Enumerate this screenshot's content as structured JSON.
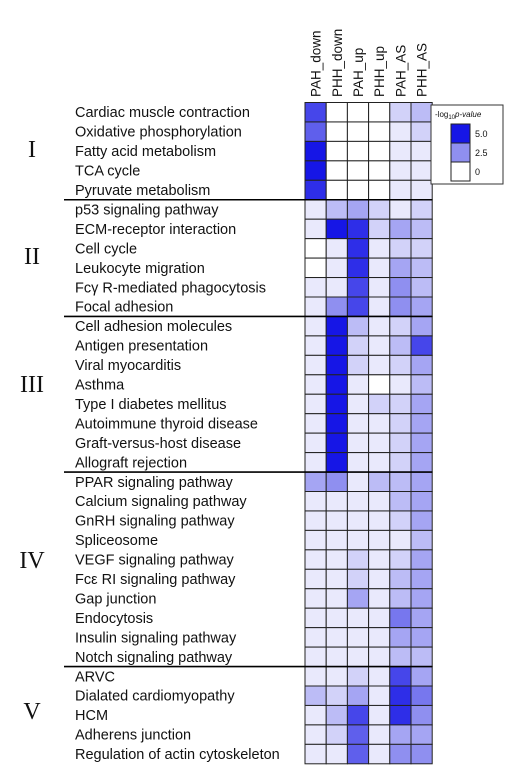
{
  "chart_data": {
    "type": "heatmap",
    "columns": [
      "PAH_down",
      "PHH_down",
      "PAH_up",
      "PHH_up",
      "PAH_AS",
      "PHH_AS"
    ],
    "groups": [
      {
        "label": "I",
        "rows": 5
      },
      {
        "label": "II",
        "rows": 6
      },
      {
        "label": "III",
        "rows": 8
      },
      {
        "label": "IV",
        "rows": 10
      },
      {
        "label": "V",
        "rows": 5
      }
    ],
    "rows": [
      "Cardiac muscle contraction",
      "Oxidative phosphorylation",
      "Fatty acid metabolism",
      "TCA cycle",
      "Pyruvate metabolism",
      "p53 signaling pathway",
      "ECM-receptor interaction",
      "Cell cycle",
      "Leukocyte migration",
      "Fcγ R-mediated phagocytosis",
      "Focal adhesion",
      "Cell adhesion molecules",
      "Antigen presentation",
      "Viral myocarditis",
      "Asthma",
      "Type I diabetes mellitus",
      "Autoimmune thyroid disease",
      "Graft-versus-host disease",
      "Allograft rejection",
      "PPAR signaling pathway",
      "Calcium signaling pathway",
      "GnRH signaling pathway",
      "Spliceosome",
      "VEGF signaling pathway",
      "Fcε RI signaling pathway",
      "Gap junction",
      "Endocytosis",
      "Insulin signaling pathway",
      "Notch signaling pathway",
      "ARVC",
      "Dialated cardiomyopathy",
      "HCM",
      "Adherens junction",
      "Regulation of actin cytoskeleton"
    ],
    "values": [
      [
        4.0,
        0.0,
        0.0,
        0.0,
        1.0,
        1.5
      ],
      [
        3.5,
        0.0,
        0.0,
        0.0,
        0.5,
        1.0
      ],
      [
        5.0,
        0.0,
        0.0,
        0.0,
        0.5,
        0.5
      ],
      [
        5.0,
        0.0,
        0.0,
        0.0,
        0.5,
        0.5
      ],
      [
        4.5,
        0.0,
        0.0,
        0.0,
        0.5,
        0.5
      ],
      [
        0.5,
        1.5,
        2.0,
        1.0,
        0.5,
        1.0
      ],
      [
        0.5,
        5.0,
        4.5,
        1.0,
        2.0,
        1.5
      ],
      [
        0.0,
        0.5,
        4.5,
        0.5,
        1.0,
        1.0
      ],
      [
        0.0,
        0.5,
        4.5,
        0.5,
        2.0,
        1.5
      ],
      [
        0.5,
        0.5,
        4.0,
        0.5,
        2.5,
        1.5
      ],
      [
        0.5,
        2.5,
        4.0,
        0.5,
        2.5,
        2.0
      ],
      [
        0.5,
        5.0,
        1.5,
        0.5,
        1.0,
        2.0
      ],
      [
        0.5,
        5.0,
        1.0,
        0.5,
        1.5,
        4.0
      ],
      [
        0.5,
        5.0,
        1.0,
        0.5,
        1.0,
        2.0
      ],
      [
        0.5,
        5.0,
        0.5,
        0.0,
        0.5,
        1.5
      ],
      [
        0.5,
        5.0,
        0.5,
        1.0,
        1.0,
        2.0
      ],
      [
        0.5,
        5.0,
        0.5,
        0.5,
        1.0,
        2.0
      ],
      [
        0.5,
        5.0,
        0.5,
        0.5,
        1.0,
        2.0
      ],
      [
        0.5,
        5.0,
        0.5,
        0.5,
        1.0,
        2.0
      ],
      [
        2.0,
        2.5,
        0.5,
        1.5,
        1.5,
        2.0
      ],
      [
        0.5,
        0.5,
        0.5,
        0.5,
        1.5,
        2.0
      ],
      [
        0.5,
        0.5,
        0.5,
        0.5,
        1.0,
        2.0
      ],
      [
        0.5,
        0.5,
        0.5,
        0.5,
        0.5,
        1.5
      ],
      [
        0.5,
        0.5,
        1.0,
        0.5,
        1.0,
        2.0
      ],
      [
        0.5,
        0.5,
        1.0,
        0.5,
        1.5,
        2.0
      ],
      [
        0.5,
        0.5,
        2.0,
        0.5,
        1.5,
        2.0
      ],
      [
        0.5,
        0.5,
        0.5,
        0.5,
        3.0,
        2.0
      ],
      [
        0.5,
        0.5,
        0.5,
        0.5,
        2.0,
        2.0
      ],
      [
        0.5,
        0.5,
        0.5,
        0.5,
        1.5,
        1.5
      ],
      [
        0.5,
        0.5,
        1.0,
        0.5,
        4.0,
        2.0
      ],
      [
        1.5,
        1.0,
        2.0,
        0.5,
        4.5,
        3.0
      ],
      [
        0.5,
        1.5,
        4.0,
        0.5,
        4.5,
        2.5
      ],
      [
        0.5,
        1.0,
        3.5,
        0.5,
        2.0,
        2.0
      ],
      [
        0.5,
        0.5,
        3.5,
        0.5,
        2.5,
        2.5
      ]
    ],
    "scale": {
      "colors": [
        "#ffffff",
        "#8f8ff0",
        "#1616e6"
      ],
      "domain": [
        0,
        5
      ],
      "ticks": [
        "5.0",
        "2.5",
        "0"
      ]
    },
    "legend_title_prefix": "-log",
    "legend_title_sub": "10",
    "legend_title_suffix": "p-value",
    "legend_position": "top-right"
  }
}
